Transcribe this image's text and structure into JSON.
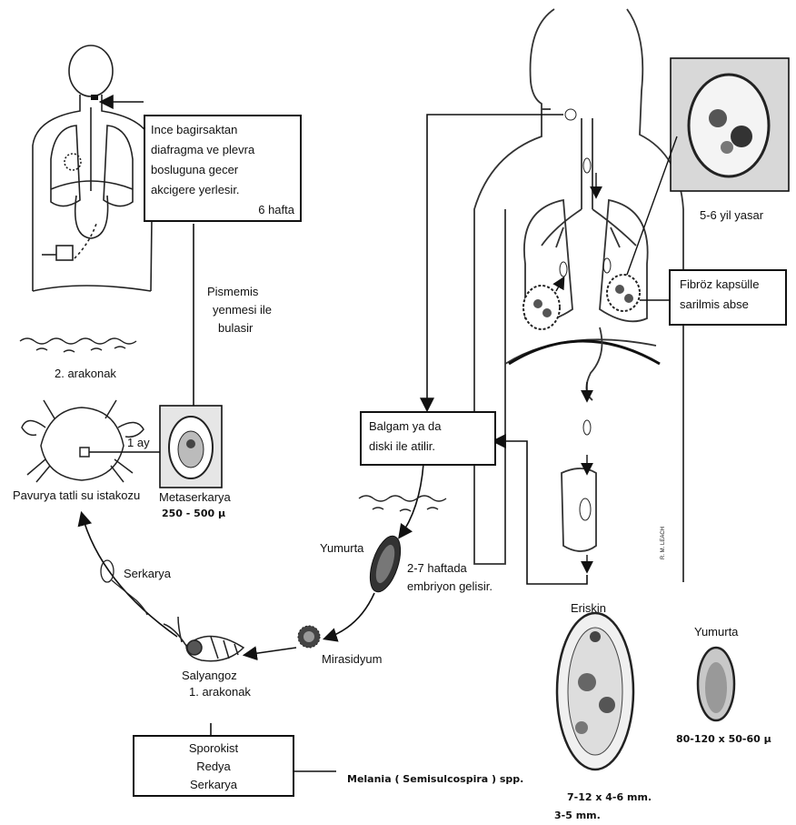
{
  "top_left_box": {
    "lines": [
      "Ince bagirsaktan",
      "diafragma ve plevra",
      "bosluguna gecer",
      "akcigere yerlesir."
    ],
    "duration": "6 hafta"
  },
  "infection_note": [
    "Pismemis",
    "yenmesi ile",
    "bulasir"
  ],
  "second_host": "2. arakonak",
  "crab_label": "Pavurya tatli su istakozu",
  "one_month": "1 ay",
  "metacercaria": {
    "label": "Metaserkarya",
    "size": "250 - 500 μ"
  },
  "sputum_box": [
    "Balgam ya da",
    "diski ile atilir."
  ],
  "egg_stage": {
    "label": "Yumurta",
    "note": [
      "2-7 haftada",
      "embriyon gelisir."
    ]
  },
  "cercaria": "Serkarya",
  "miracidium": "Mirasidyum",
  "snail": [
    "Salyangoz",
    "1. arakonak"
  ],
  "snail_stages_box": [
    "Sporokist",
    "Redya",
    "Serkarya"
  ],
  "snail_genus": "Melania ( Semisulcospira ) spp.",
  "lifespan": "5-6 yil yasar",
  "fibrous_box": [
    "Fibröz kapsülle",
    "sarilmis abse"
  ],
  "adult": {
    "label": "Eriskin",
    "size": "7-12 x 4-6 mm.",
    "size2": "3-5 mm."
  },
  "egg_detail": {
    "label": "Yumurta",
    "size": "80-120 x 50-60 μ"
  },
  "artist_signature": "R. M. LEACH"
}
